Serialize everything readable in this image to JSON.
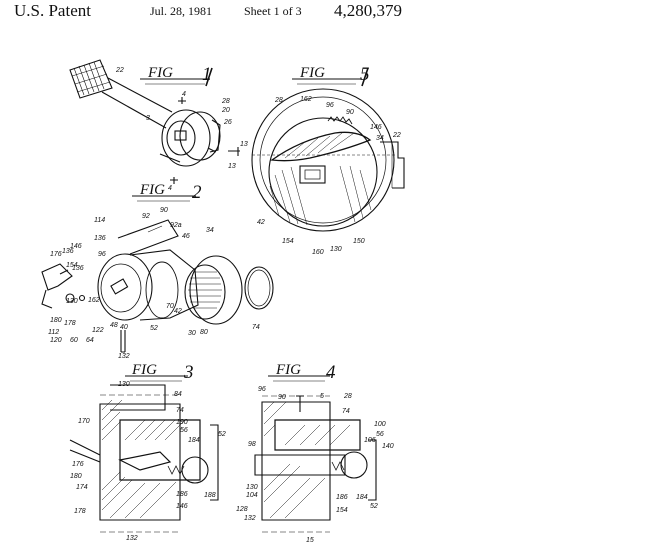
{
  "header": {
    "patent_label": "U.S. Patent",
    "date": "Jul. 28, 1981",
    "sheet": "Sheet 1 of 3",
    "patent_number": "4,280,379"
  },
  "figures": {
    "fig1": {
      "caption": "FIG",
      "number": "1"
    },
    "fig2": {
      "caption": "FIG",
      "number": "2"
    },
    "fig3": {
      "caption": "FIG",
      "number": "3"
    },
    "fig4": {
      "caption": "FIG",
      "number": "4"
    },
    "fig5": {
      "caption": "FIG",
      "number": "5"
    }
  },
  "labels": {
    "fig1": [
      "22",
      "28",
      "20",
      "26",
      "3",
      "4",
      "4",
      "13",
      "13"
    ],
    "fig5": [
      "28",
      "162",
      "96",
      "90",
      "146",
      "34",
      "22",
      "42",
      "154",
      "160",
      "130",
      "150"
    ],
    "fig2": [
      "114",
      "92",
      "90",
      "92a",
      "46",
      "34",
      "136",
      "136",
      "96",
      "176",
      "146",
      "154",
      "136",
      "162",
      "130",
      "180",
      "178",
      "112",
      "120",
      "60",
      "64",
      "122",
      "48",
      "40",
      "132",
      "42",
      "70",
      "52",
      "30",
      "80",
      "74"
    ],
    "fig3": [
      "130",
      "84",
      "74",
      "170",
      "190",
      "56",
      "52",
      "184",
      "176",
      "180",
      "174",
      "178",
      "186",
      "188",
      "146",
      "132"
    ],
    "fig4": [
      "96",
      "90",
      "5",
      "28",
      "74",
      "100",
      "56",
      "106",
      "140",
      "98",
      "130",
      "104",
      "186",
      "184",
      "52",
      "128",
      "132",
      "154",
      "15"
    ]
  }
}
